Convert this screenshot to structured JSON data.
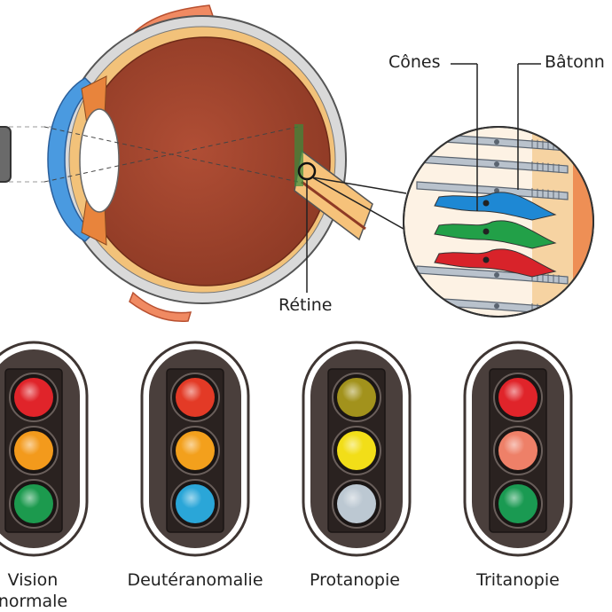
{
  "eye_labels": {
    "cones": "Cônes",
    "rods": "Bâtonn",
    "retina": "Rétine"
  },
  "cone_colors": [
    "#1e88d4",
    "#22a048",
    "#d8232a"
  ],
  "traffic_lights": [
    {
      "caption_line1": "Vision",
      "caption_line2": "normale",
      "lamps": [
        "#e0242a",
        "#f39a1c",
        "#1c9a4e"
      ]
    },
    {
      "caption_line1": "Deutéranomalie",
      "lamps": [
        "#e33a26",
        "#f3a01c",
        "#2aa6d8"
      ]
    },
    {
      "caption_line1": "Protanopie",
      "lamps": [
        "#a2921c",
        "#f2de18",
        "#bcc8d2"
      ]
    },
    {
      "caption_line1": "Tritanopie",
      "lamps": [
        "#e0242a",
        "#ee8068",
        "#1a9a52"
      ]
    }
  ]
}
